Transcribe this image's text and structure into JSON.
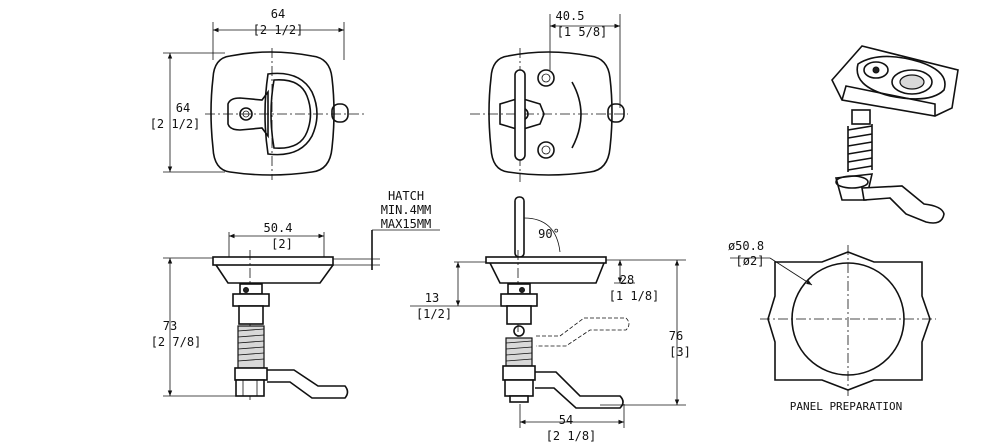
{
  "dimensions": {
    "top_width_mm": "64",
    "top_width_in": "[2 1/2]",
    "top_height_mm": "64",
    "top_height_in": "[2 1/2]",
    "offset_mm": "40.5",
    "offset_in": "[1 5/8]",
    "flange_mm": "50.4",
    "flange_in": "[2]",
    "hatch_title": "HATCH",
    "hatch_min": "MIN.4MM",
    "hatch_max": "MAX15MM",
    "angle": "90°",
    "total_left_mm": "73",
    "total_left_in": "[2 7/8]",
    "head_mm": "28",
    "head_in": "[1 1/8]",
    "handle_mm": "13",
    "handle_in": "[1/2]",
    "total_right_mm": "76",
    "total_right_in": "[3]",
    "cam_mm": "54",
    "cam_in": "[2 1/8]",
    "cutout_mm": "ø50.8",
    "cutout_in": "[ø2]"
  },
  "captions": {
    "panel_preparation": "PANEL PREPARATION"
  }
}
